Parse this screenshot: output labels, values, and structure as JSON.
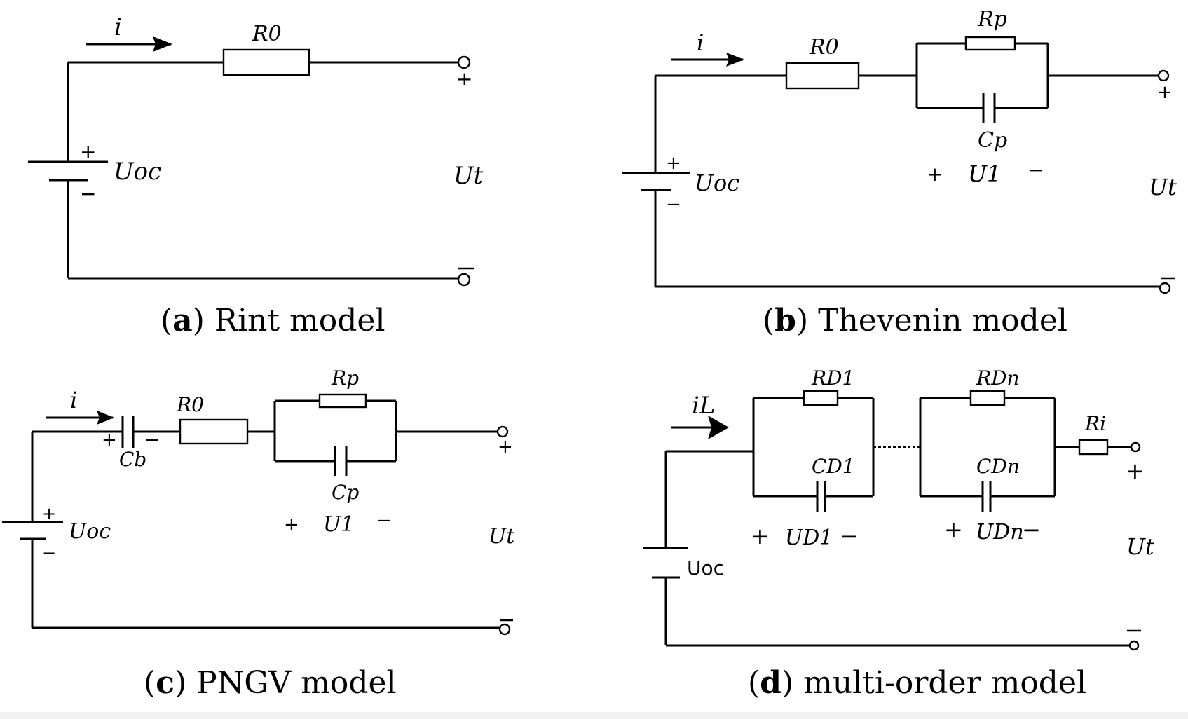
{
  "panels": {
    "a": {
      "caption_letter": "a",
      "caption_text": "Rint model",
      "current": "i",
      "resistor": "R0",
      "source": "Uoc",
      "terminal_voltage": "Ut",
      "plus": "+",
      "minus": "−",
      "terminal_minus": "−"
    },
    "b": {
      "caption_letter": "b",
      "caption_text": "Thevenin model",
      "current": "i",
      "resistor": "R0",
      "rp": "Rp",
      "cp": "Cp",
      "source": "Uoc",
      "u1": "U1",
      "terminal_voltage": "Ut",
      "plus": "+",
      "minus": "−"
    },
    "c": {
      "caption_letter": "c",
      "caption_text": "PNGV model",
      "current": "i",
      "cb": "Cb",
      "resistor": "R0",
      "rp": "Rp",
      "cp": "Cp",
      "source": "Uoc",
      "u1": "U1",
      "terminal_voltage": "Ut",
      "plus": "+",
      "minus": "−"
    },
    "d": {
      "caption_letter": "d",
      "caption_text": "multi-order model",
      "current": "iL",
      "rd1": "RD1",
      "cd1": "CD1",
      "rdn": "RDn",
      "cdn": "CDn",
      "ri": "Ri",
      "source": "Uoc",
      "ud1": "UD1",
      "udn": "UDn",
      "terminal_voltage": "Ut",
      "plus": "+",
      "minus": "−"
    }
  }
}
